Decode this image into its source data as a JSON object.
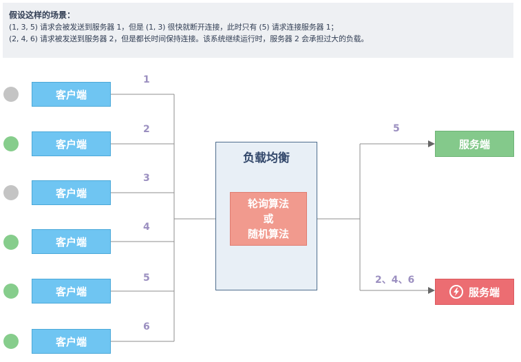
{
  "note": {
    "title": "假设这样的场景：",
    "line1": "(1, 3, 5) 请求会被发送到服务器 1，但是 (1, 3) 很快就断开连接，此时只有 (5) 请求连接服务器 1；",
    "line2": "(2, 4, 6) 请求被发送到服务器 2，但是都长时间保持连接。该系统继续运行时，服务器 2 会承担过大的负载。"
  },
  "clients": [
    {
      "label": "客户端",
      "number": "1",
      "status_color": "#c4c4c4"
    },
    {
      "label": "客户端",
      "number": "2",
      "status_color": "#86cd8c"
    },
    {
      "label": "客户端",
      "number": "3",
      "status_color": "#c4c4c4"
    },
    {
      "label": "客户端",
      "number": "4",
      "status_color": "#86cd8c"
    },
    {
      "label": "客户端",
      "number": "5",
      "status_color": "#86cd8c"
    },
    {
      "label": "客户端",
      "number": "6",
      "status_color": "#86cd8c"
    }
  ],
  "load_balancer": {
    "title": "负载均衡",
    "algo_line1": "轮询算法",
    "algo_line2": "或",
    "algo_line3": "随机算法"
  },
  "servers": {
    "server1": {
      "label": "服务端",
      "requests": "5",
      "color": "#84c98b"
    },
    "server2": {
      "label": "服务端",
      "requests": "2、4、6",
      "color": "#ec6d72",
      "icon": "overload-bolt-icon"
    }
  },
  "colors": {
    "line": "#8c8c8c",
    "number": "#9b8fc0"
  }
}
